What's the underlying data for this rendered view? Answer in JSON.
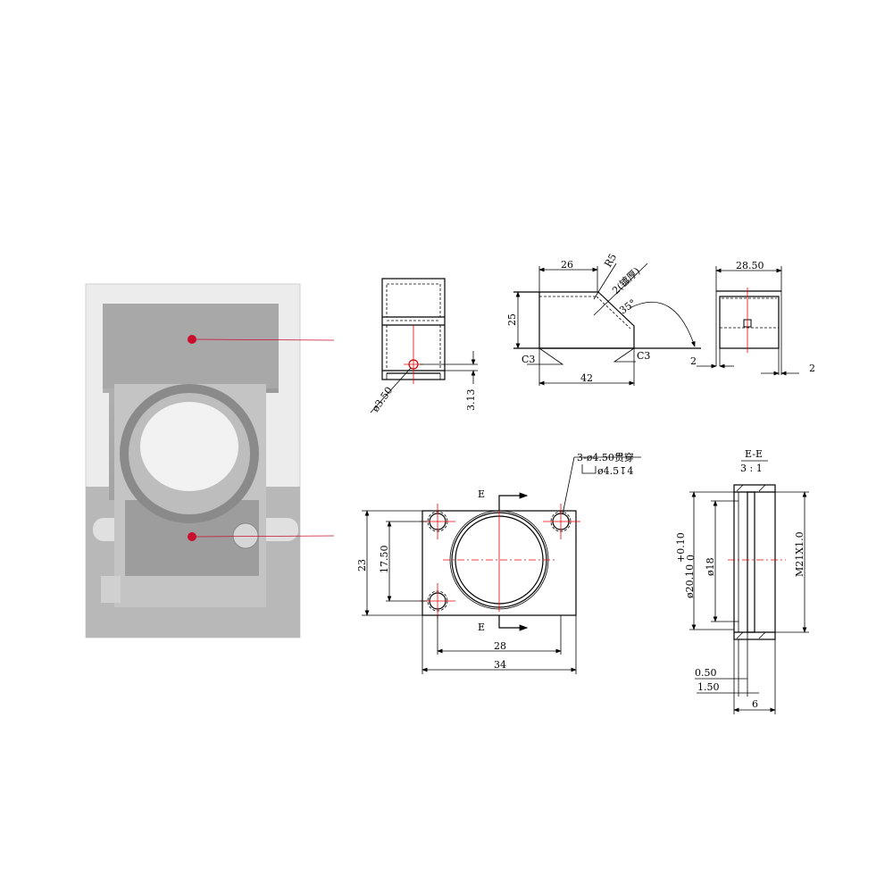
{
  "colors": {
    "marker": "#c8102e",
    "photo_bg": "#e9e9e9",
    "centerline": "#e00000"
  },
  "front_view": {
    "hole_dia": "ø3.50",
    "hole_height": "3.13"
  },
  "side_view": {
    "top_length": "26",
    "height": "25",
    "bottom_length": "42",
    "radius": "R5",
    "plating": "2(镀厚)",
    "angle": "35°",
    "chamfer_left": "C3",
    "chamfer_right": "C3"
  },
  "end_view": {
    "width": "28.50",
    "leg_left": "2",
    "leg_right": "2"
  },
  "plate_view": {
    "hole_note_1": "3-ø4.50贯穿",
    "hole_note_2": "ø4.5↧4",
    "section_top": "E",
    "section_bottom": "E",
    "height": "23",
    "hole_spacing_v": "17.50",
    "hole_spacing_h": "28",
    "width": "34"
  },
  "section_view": {
    "title": "E-E",
    "scale": "3 : 1",
    "bore_dia": "ø20.10",
    "tol_upper": "+0.10",
    "tol_lower": "0",
    "inner_dia": "ø18",
    "thread": "M21X1.0",
    "step1": "0.50",
    "step2": "1.50",
    "depth": "6"
  }
}
